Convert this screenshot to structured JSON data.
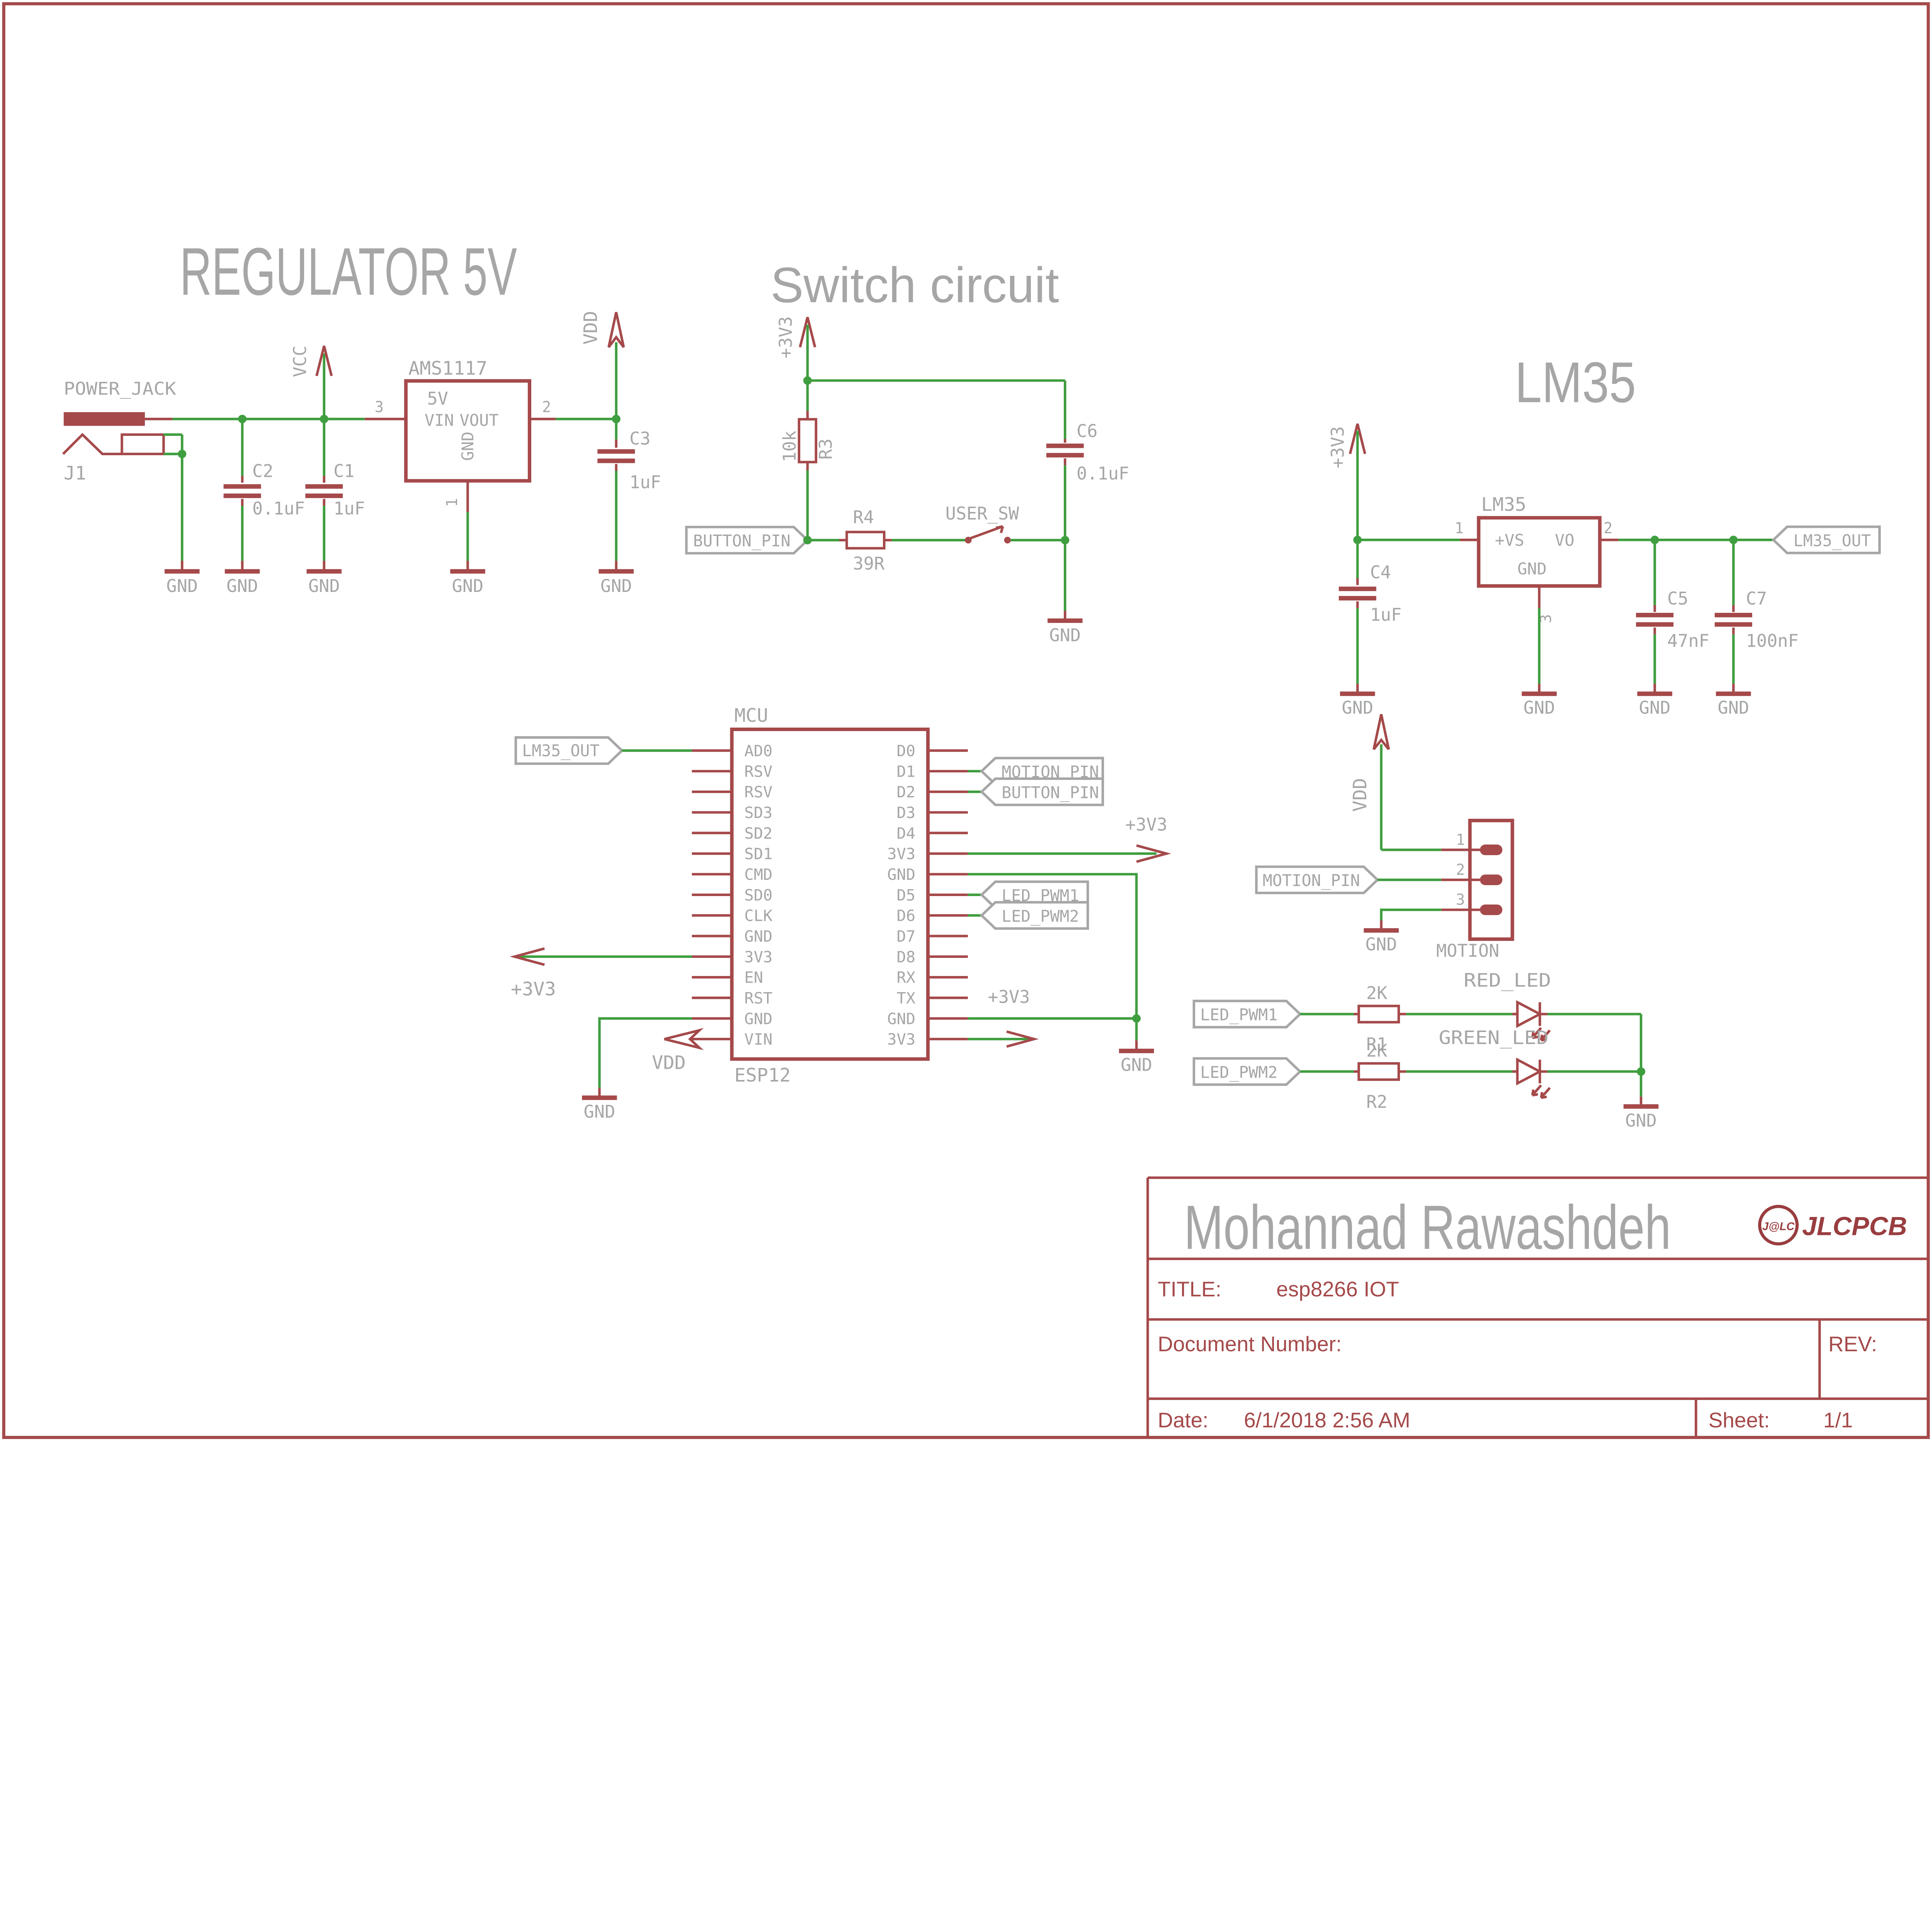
{
  "colors": {
    "wire": "#3f9e3f",
    "part": "#a5494a",
    "text": "#a6a6a6",
    "logo": "#993d3f"
  },
  "labels": {
    "gnd": "GND",
    "vcc": "VCC",
    "vdd": "VDD",
    "p3v3": "+3V3",
    "n1": "1",
    "n2": "2",
    "n3": "3"
  },
  "nets": {
    "lm35_out": "LM35_OUT",
    "motion_pin": "MOTION_PIN",
    "button_pin": "BUTTON_PIN",
    "led_pwm1": "LED_PWM1",
    "led_pwm2": "LED_PWM2"
  },
  "regulator": {
    "title": "REGULATOR 5V",
    "jack_label": "POWER_JACK",
    "jack_ref": "J1",
    "ic_name": "AMS1117",
    "ic_value": "5V",
    "pin_vin": "VIN",
    "pin_vout": "VOUT",
    "pin_gnd": "GND",
    "c2_ref": "C2",
    "c2_value": "0.1uF",
    "c1_ref": "C1",
    "c1_value": "1uF",
    "c3_ref": "C3",
    "c3_value": "1uF"
  },
  "switch": {
    "title": "Switch circuit",
    "r3_ref": "R3",
    "r3_value": "10k",
    "r4_ref": "R4",
    "r4_value": "39R",
    "c6_ref": "C6",
    "c6_value": "0.1uF",
    "sw_name": "USER_SW"
  },
  "lm35": {
    "title": "LM35",
    "ic_name": "LM35",
    "pin_vs": "+VS",
    "pin_vo": "VO",
    "pin_gnd": "GND",
    "c4_ref": "C4",
    "c4_value": "1uF",
    "c5_ref": "C5",
    "c5_value": "47nF",
    "c7_ref": "C7",
    "c7_value": "100nF"
  },
  "mcu": {
    "name": "MCU",
    "part": "ESP12",
    "left_pins": [
      "AD0",
      "RSV",
      "RSV",
      "SD3",
      "SD2",
      "SD1",
      "CMD",
      "SD0",
      "CLK",
      "GND",
      "3V3",
      "EN",
      "RST",
      "GND",
      "VIN"
    ],
    "right_pins": [
      "D0",
      "D1",
      "D2",
      "D3",
      "D4",
      "3V3",
      "GND",
      "D5",
      "D6",
      "D7",
      "D8",
      "RX",
      "TX",
      "GND",
      "3V3"
    ]
  },
  "motion": {
    "name": "MOTION"
  },
  "leds": {
    "r1_ref": "R1",
    "r1_value": "2K",
    "r2_ref": "R2",
    "r2_value": "2K",
    "red_name": "RED_LED",
    "green_name": "GREEN_LED"
  },
  "titleblock": {
    "author": "Mohannad Rawashdeh",
    "logo_badge": "J@LC",
    "logo_text": "JLCPCB",
    "title_label": "TITLE:",
    "title_value": "esp8266 IOT",
    "doc_label": "Document Number:",
    "rev_label": "REV:",
    "date_label": "Date:",
    "date_value": "6/1/2018 2:56 AM",
    "sheet_label": "Sheet:",
    "sheet_value": "1/1"
  }
}
